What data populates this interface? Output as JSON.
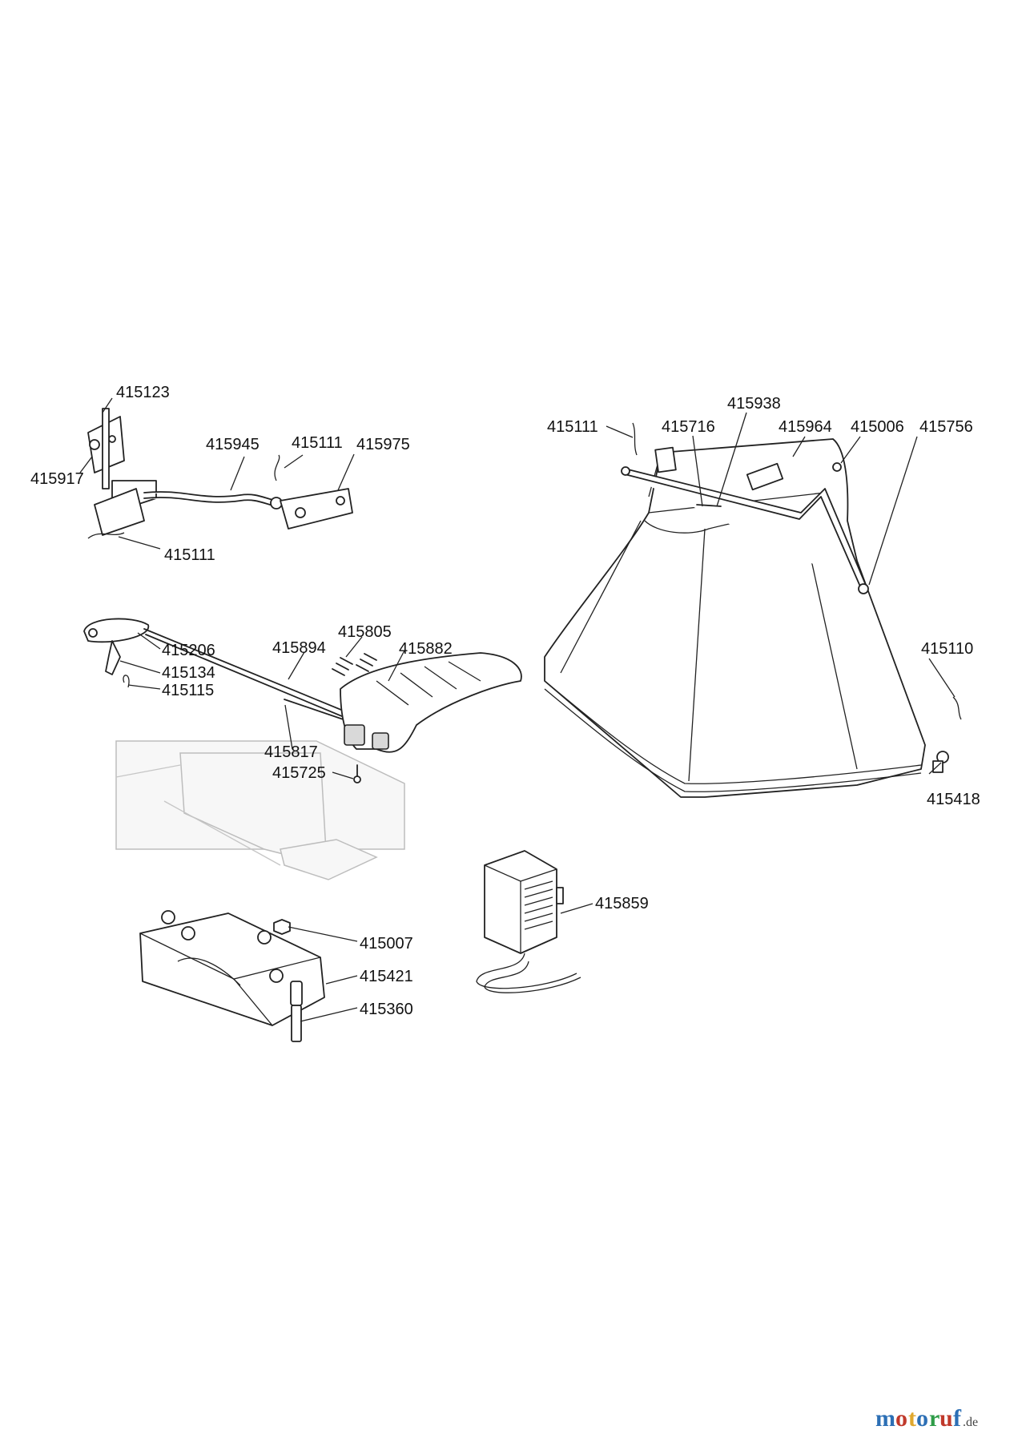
{
  "labels": [
    "415123",
    "415917",
    "415945",
    "415111",
    "415975",
    "415111",
    "415206",
    "415134",
    "415115",
    "415894",
    "415805",
    "415882",
    "415817",
    "415725",
    "415938",
    "415111",
    "415716",
    "415964",
    "415006",
    "415756",
    "415110",
    "415418",
    "415859",
    "415007",
    "415421",
    "415360"
  ],
  "watermark": {
    "text": "motoruf",
    "suffix": ".de",
    "letter_colors": [
      "#2c6fb5",
      "#c0392b",
      "#e0a82e",
      "#2c6fb5",
      "#2e9c48",
      "#c0392b",
      "#2c6fb5"
    ]
  }
}
